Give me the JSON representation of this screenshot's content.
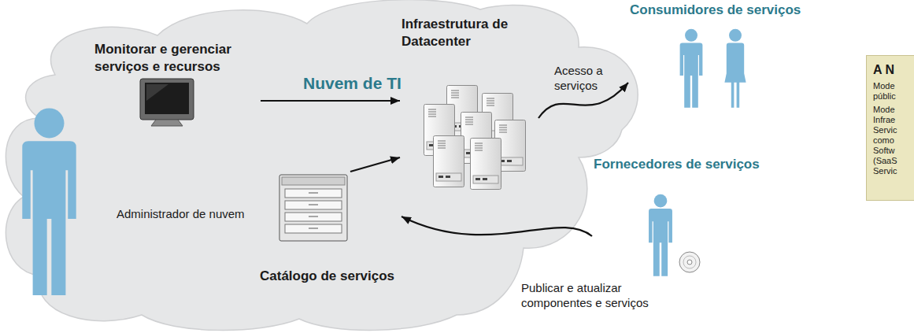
{
  "diagram": {
    "nodes": [
      {
        "text": [
          "Nuvem de TI"
        ]
      },
      {
        "text": [
          "Monitorar e gerenciar serviços e recursos",
          "Administrador de nuvem"
        ],
        "in": 0
      },
      {
        "text": [
          "Infraestrutura de Datacenter"
        ],
        "in": 0
      },
      {
        "text": [
          "Catálogo de serviços"
        ],
        "in": 0
      },
      {
        "text": [
          "Consumidores de serviços"
        ]
      },
      {
        "text": [
          "Fornecedores de serviços"
        ]
      },
      {
        "text": [
          "A N",
          "Mode públic",
          "Mode Infrae Servic como Softw (SaaS Servic"
        ]
      }
    ],
    "edges": [
      {
        "from": 1,
        "to": 2,
        "arrow": "to"
      },
      {
        "from": 3,
        "to": 2,
        "arrow": "to"
      },
      {
        "from": 2,
        "to": 4,
        "label": "Acesso a serviços",
        "arrow": "to"
      },
      {
        "from": 5,
        "to": 3,
        "label": "Publicar e atualizar componentes e serviços",
        "arrow": "to"
      }
    ]
  }
}
